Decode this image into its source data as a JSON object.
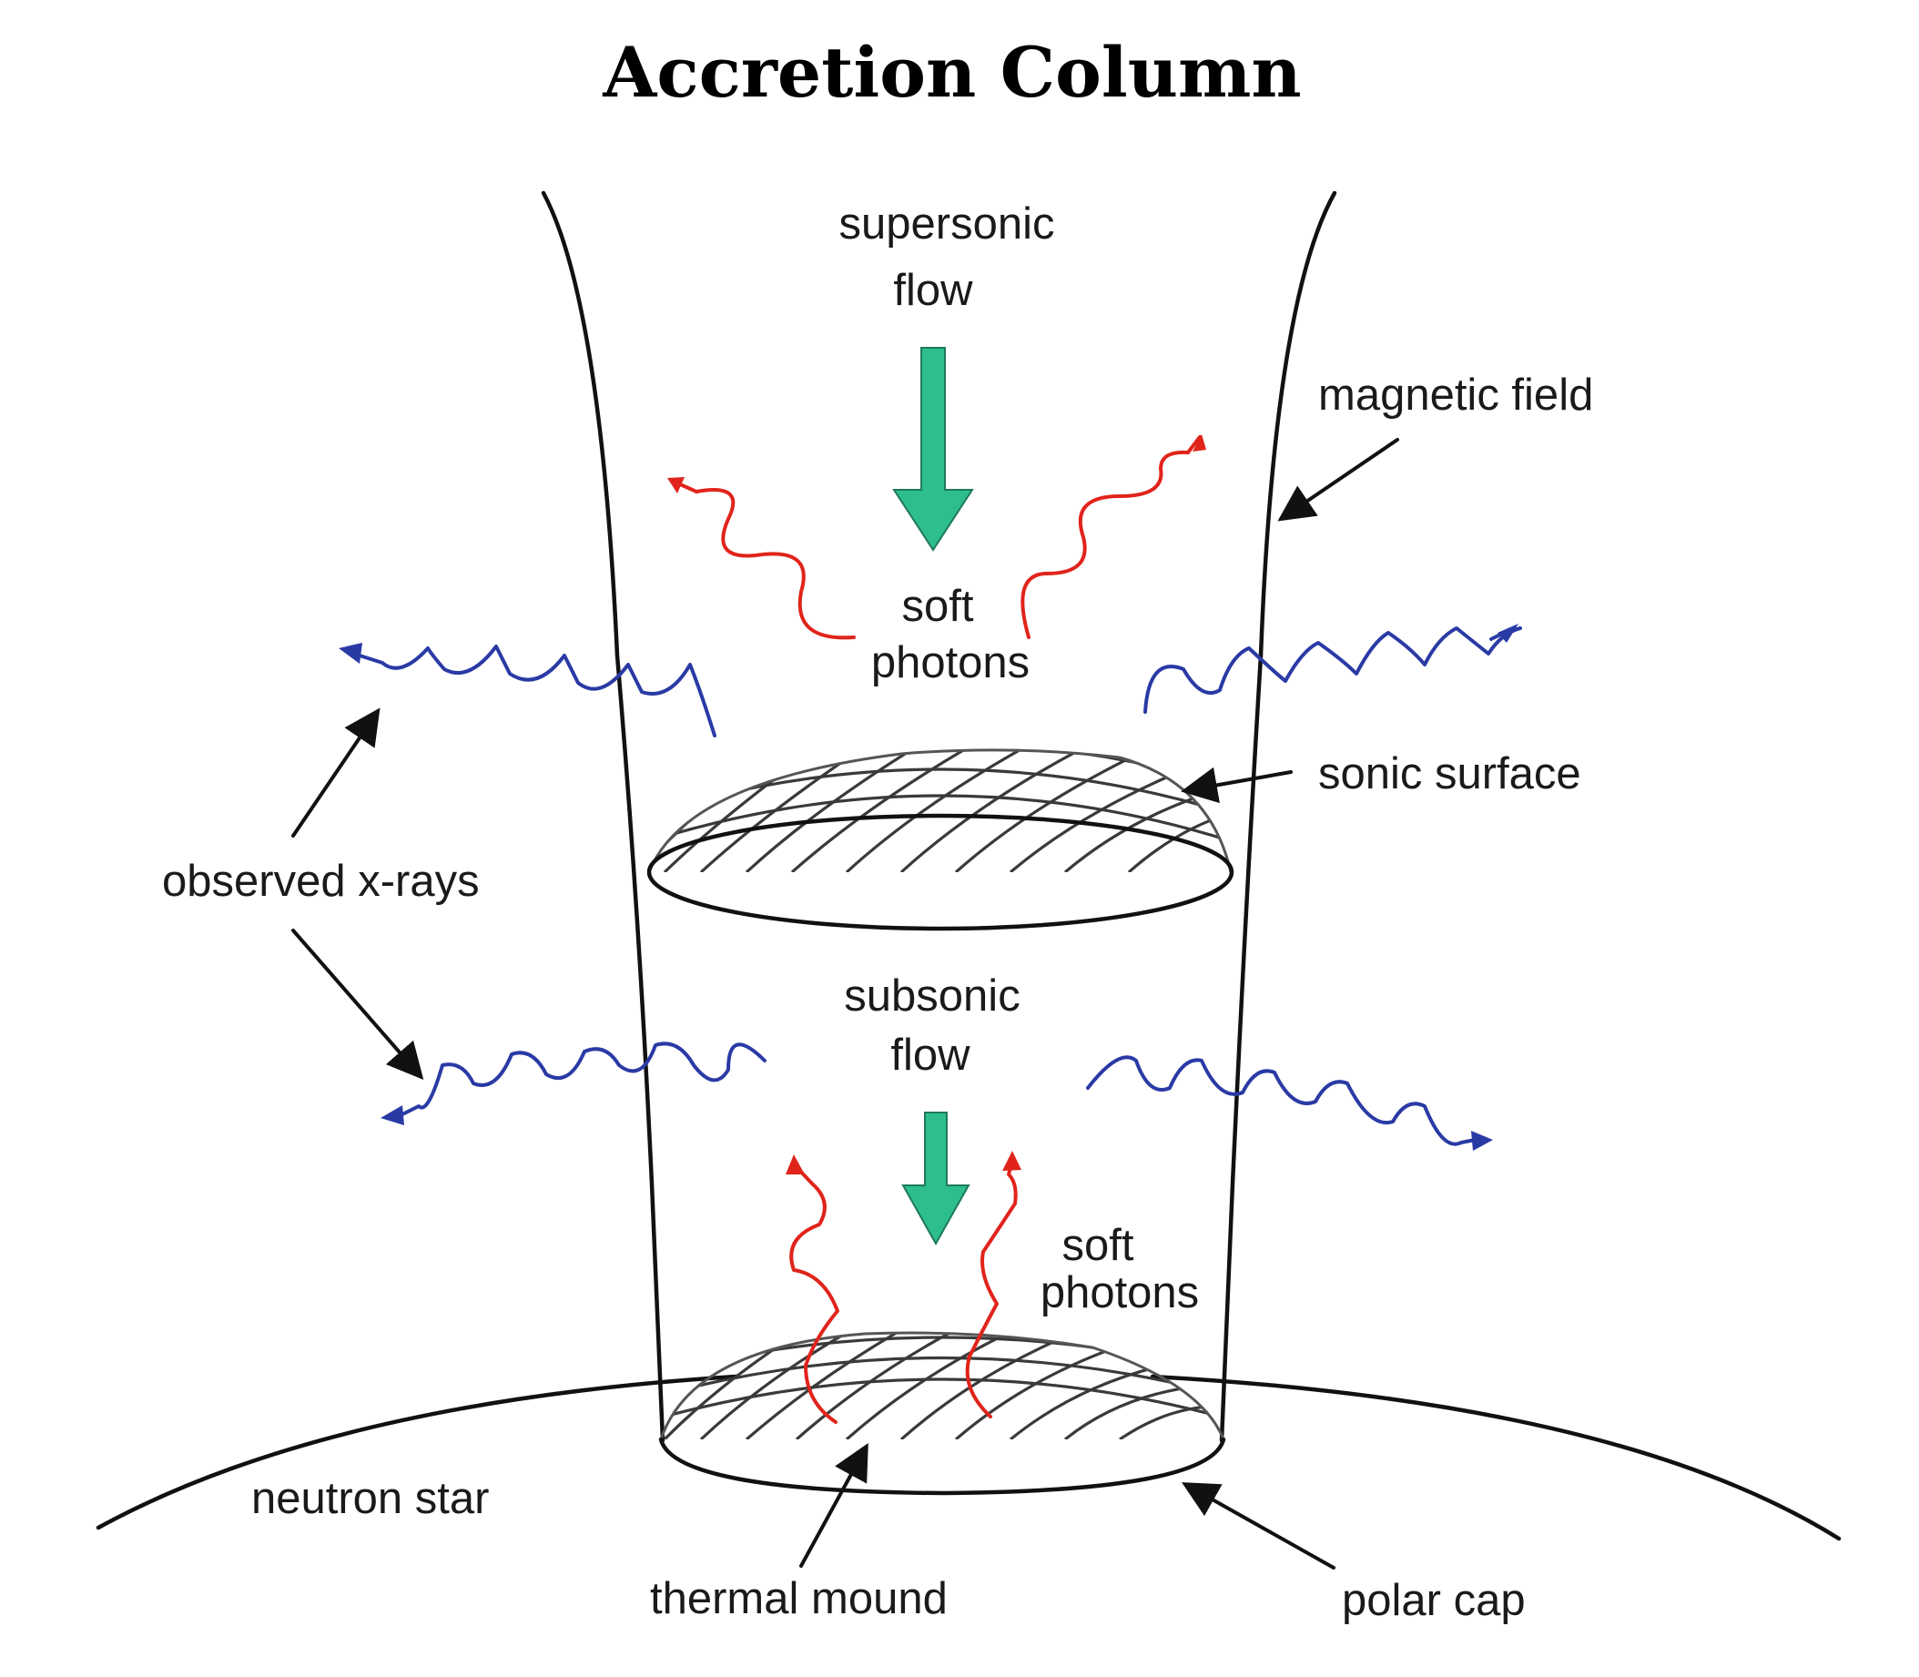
{
  "title": "Accretion Column",
  "labels": {
    "supersonic_flow": [
      "supersonic",
      "flow"
    ],
    "magnetic_field": "magnetic field",
    "soft_photons_upper": [
      "soft",
      "photons"
    ],
    "sonic_surface": "sonic surface",
    "observed_xrays": "observed x-rays",
    "subsonic_flow": [
      "subsonic",
      "flow"
    ],
    "soft_photons_lower": [
      "soft",
      "photons"
    ],
    "neutron_star": "neutron star",
    "thermal_mound": "thermal mound",
    "polar_cap": "polar cap"
  },
  "colors": {
    "flow_arrow": "#2dbe8c",
    "soft_photon": "#e0241b",
    "xray": "#2a3aa5",
    "outline": "#111111"
  }
}
